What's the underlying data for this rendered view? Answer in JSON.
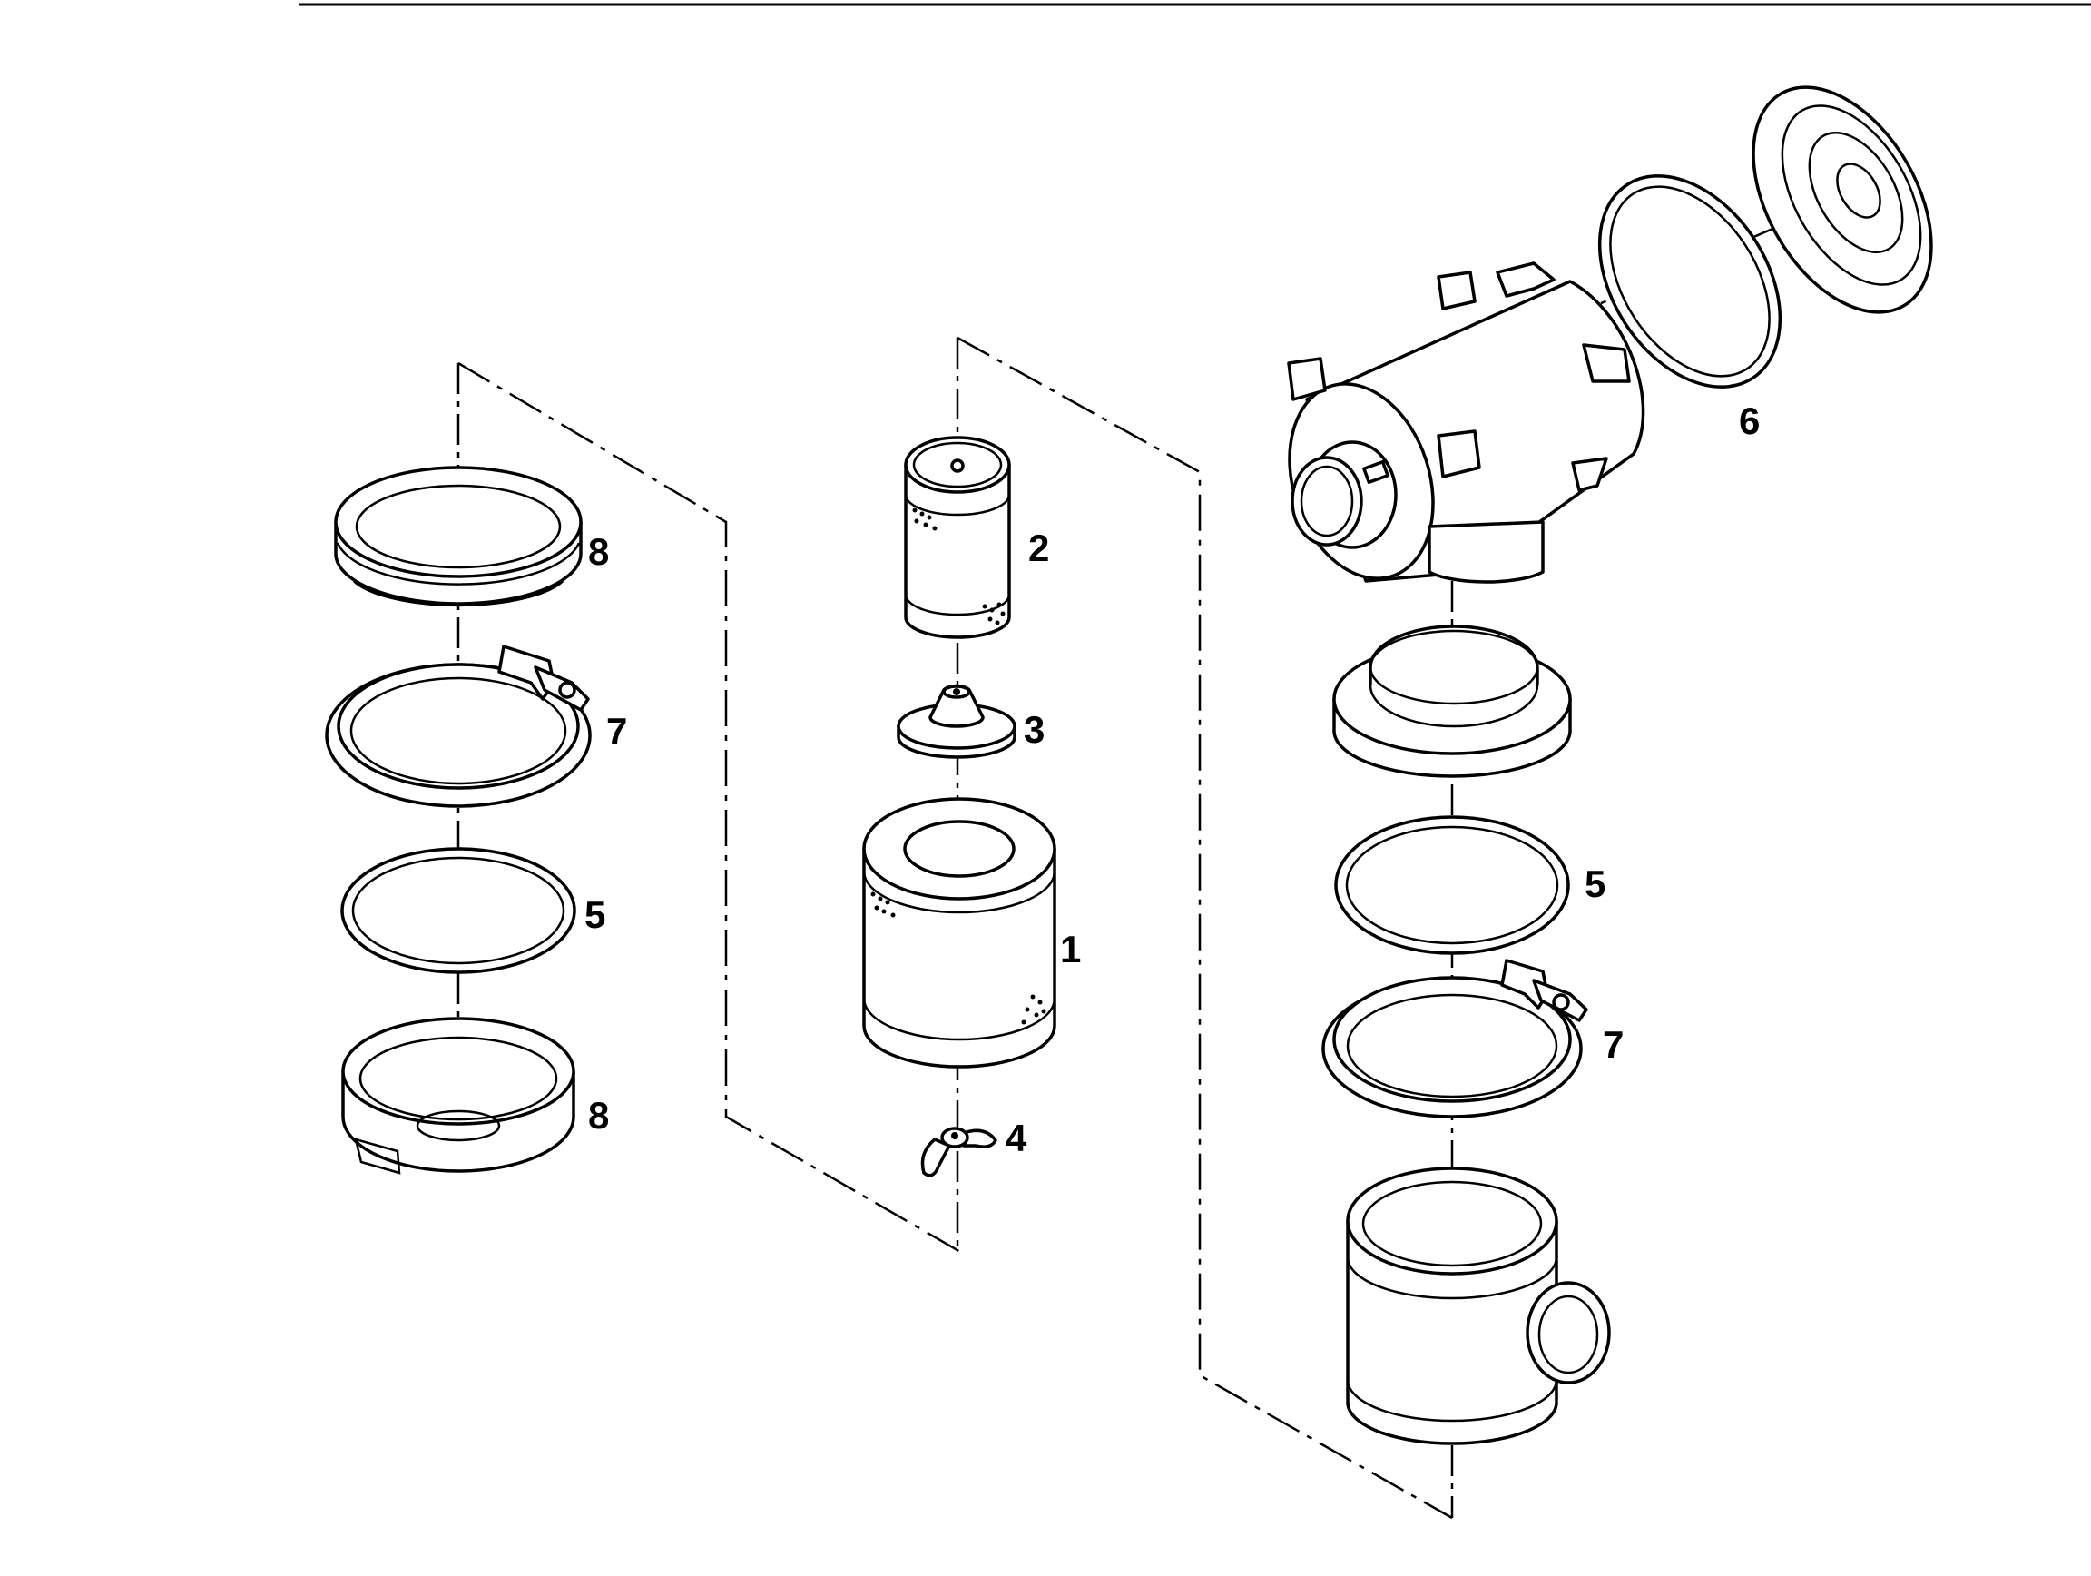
{
  "diagram": {
    "callouts": {
      "left_ring_top": "8",
      "left_clamp": "7",
      "left_seal": "5",
      "left_ring_bottom": "8",
      "inner_element": "2",
      "cone": "3",
      "main_element": "1",
      "wing_nut": "4",
      "housing_gasket": "6",
      "right_seal": "5",
      "right_clamp": "7"
    },
    "colors": {
      "line": "#000000",
      "background": "#ffffff"
    }
  }
}
